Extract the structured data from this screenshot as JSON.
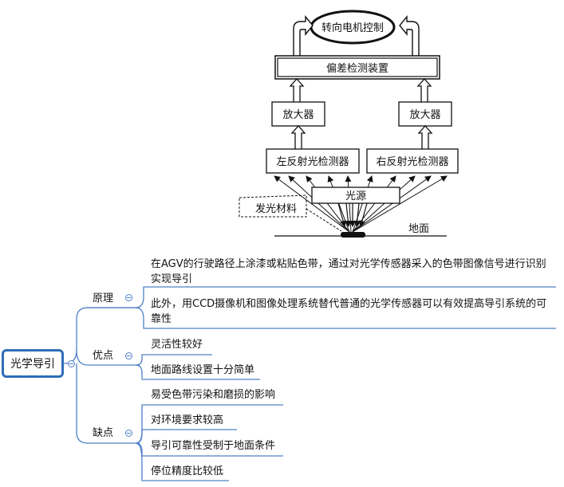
{
  "figure": {
    "steering_control": "转向电机控制",
    "deviation_device": "偏差检测装置",
    "amplifier_left": "放大器",
    "amplifier_right": "放大器",
    "left_detector": "左反射光检测器",
    "right_detector": "右反射光检测器",
    "light_source": "光源",
    "luminous_material": "发光材料",
    "ground": "地面"
  },
  "mindmap": {
    "root": "光学导引",
    "branches": [
      {
        "label": "原理",
        "items": [
          "在AGV的行驶路径上涂漆或粘贴色带，通过对光学传感器采入的色带图像信号进行识别实现导引",
          "此外，用CCD摄像机和图像处理系统替代普通的光学传感器可以有效提高导引系统的可靠性"
        ]
      },
      {
        "label": "优点",
        "items": [
          "灵活性较好",
          "地面路线设置十分简单"
        ]
      },
      {
        "label": "缺点",
        "items": [
          "易受色带污染和磨损的影响",
          "对环境要求较高",
          "导引可靠性受制于地面条件",
          "停位精度比较低"
        ]
      }
    ]
  }
}
